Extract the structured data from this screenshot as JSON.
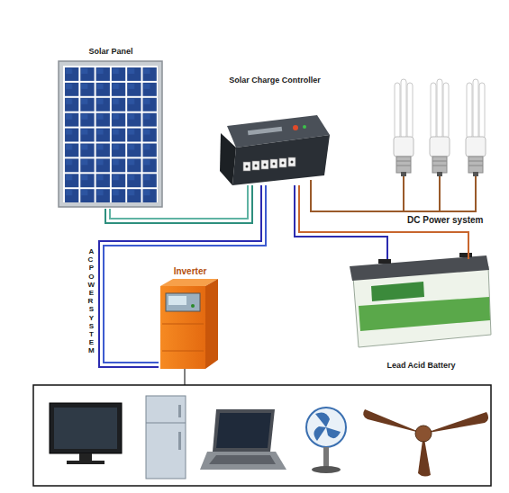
{
  "diagram": {
    "nodes": [
      {
        "text": [
          "Solar Panel"
        ]
      },
      {
        "text": [
          "Solar Charge Controller"
        ]
      },
      {
        "text": [
          "Inverter"
        ]
      },
      {
        "text": [
          "Lead Acid Battery"
        ]
      }
    ],
    "edges": [
      {
        "from": 0,
        "to": 1,
        "arrow": "none"
      },
      {
        "from": 1,
        "to": 2,
        "arrow": "none"
      },
      {
        "from": 1,
        "to": 3,
        "arrow": "none"
      }
    ],
    "labels": [
      "DC Power system",
      "AC POWER SYSTEM"
    ]
  }
}
